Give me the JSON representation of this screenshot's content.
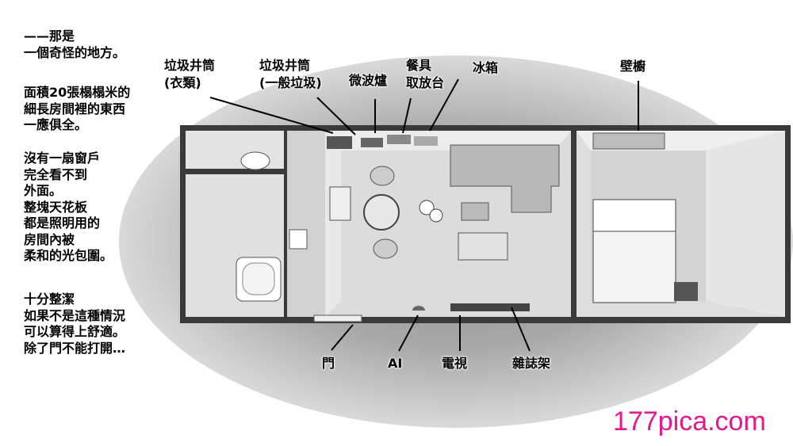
{
  "narration": [
    "——那是\n一個奇怪的地方。",
    "面積20張榻榻米的\n細長房間裡的東西\n一應俱全。",
    "沒有一扇窗戶\n完全看不到\n外面。\n整塊天花板\n都是照明用的\n房間內被\n柔和的光包圍。",
    "十分整潔\n如果不是這種情況\n可以算得上舒適。\n除了門不能打開…"
  ],
  "labels": {
    "chute_clothes": "垃圾井筒\n(衣類)",
    "chute_general": "垃圾井筒\n(一般垃圾)",
    "microwave": "微波爐",
    "dish_counter": "餐具\n取放台",
    "fridge": "冰箱",
    "closet": "壁櫥",
    "door": "門",
    "ai": "AI",
    "tv": "電視",
    "magazine_rack": "雜誌架"
  },
  "watermark": "177pica.com",
  "colors": {
    "watermark": "#e5198b",
    "wall": "#3a3a3a",
    "floor": "#dcdcdc"
  }
}
